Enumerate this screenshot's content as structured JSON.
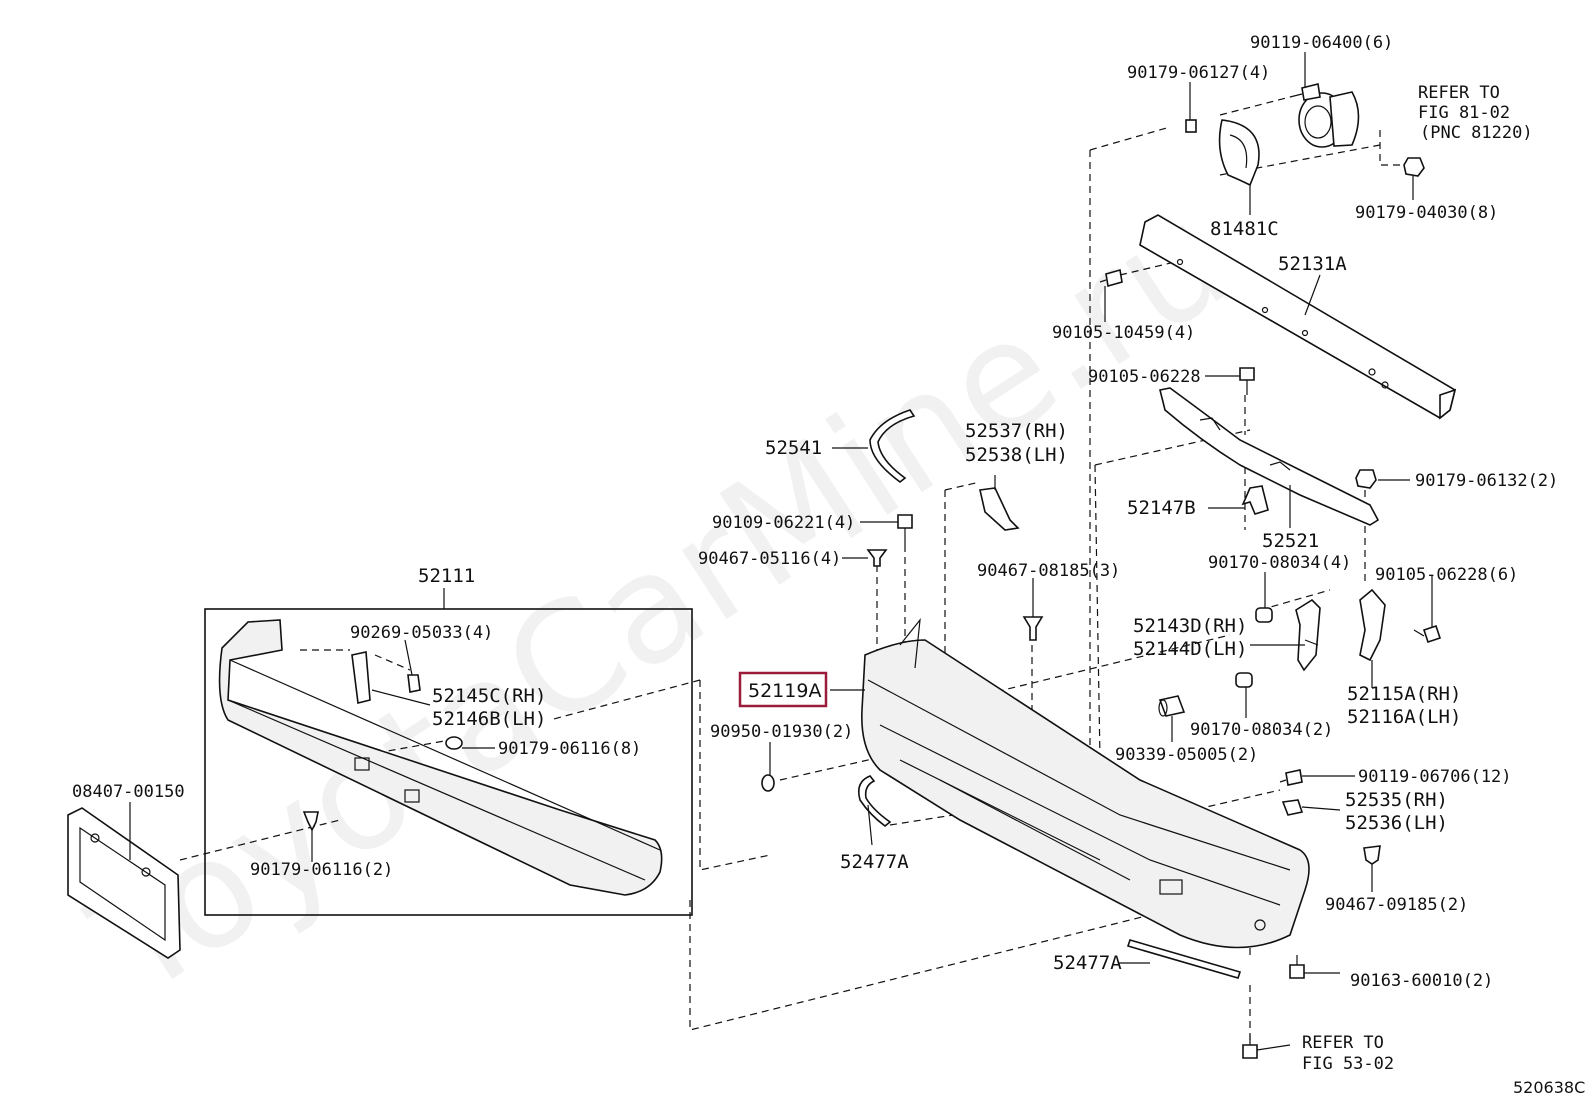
{
  "watermark": "ToyotaCarMine.ru",
  "figure_code": "520638C",
  "highlighted_part": "52119A",
  "colors": {
    "highlight_border": "#9b1b3a",
    "line": "#111111"
  },
  "labels": {
    "p90119_06400": "90119-06400(6)",
    "p90179_06127": "90179-06127(4)",
    "refer_fig81_l1": "REFER TO",
    "refer_fig81_l2": "FIG 81-02",
    "refer_fig81_l3": "(PNC 81220)",
    "p90179_04030": "90179-04030(8)",
    "p81481c": "81481C",
    "p52131a": "52131A",
    "p90105_10459": "90105-10459(4)",
    "p90105_06228a": "90105-06228",
    "p52537": "52537(RH)",
    "p52538": "52538(LH)",
    "p52541": "52541",
    "p52147b": "52147B",
    "p90179_06132": "90179-06132(2)",
    "p52521": "52521",
    "p90109_06221": "90109-06221(4)",
    "p90170_08034a": "90170-08034(4)",
    "p90105_06228b": "90105-06228(6)",
    "p90467_05116": "90467-05116(4)",
    "p90467_08185": "90467-08185(3)",
    "p52111": "52111",
    "p52143d": "52143D(RH)",
    "p52144d": "52144D(LH)",
    "p90269_05033": "90269-05033(4)",
    "p52119a": "52119A",
    "p52115a": "52115A(RH)",
    "p52116a": "52116A(LH)",
    "p52145c": "52145C(RH)",
    "p52146b": "52146B(LH)",
    "p90950_01930": "90950-01930(2)",
    "p90170_08034b": "90170-08034(2)",
    "p90339_05005": "90339-05005(2)",
    "p90179_06116a": "90179-06116(8)",
    "p90119_06706": "90119-06706(12)",
    "p08407_00150": "08407-00150",
    "p52535": "52535(RH)",
    "p52536": "52536(LH)",
    "p52477a_a": "52477A",
    "p90179_06116b": "90179-06116(2)",
    "p90467_09185": "90467-09185(2)",
    "p52477a_b": "52477A",
    "p90163_60010": "90163-60010(2)",
    "refer_fig53_l1": "REFER TO",
    "refer_fig53_l2": "FIG 53-02"
  }
}
